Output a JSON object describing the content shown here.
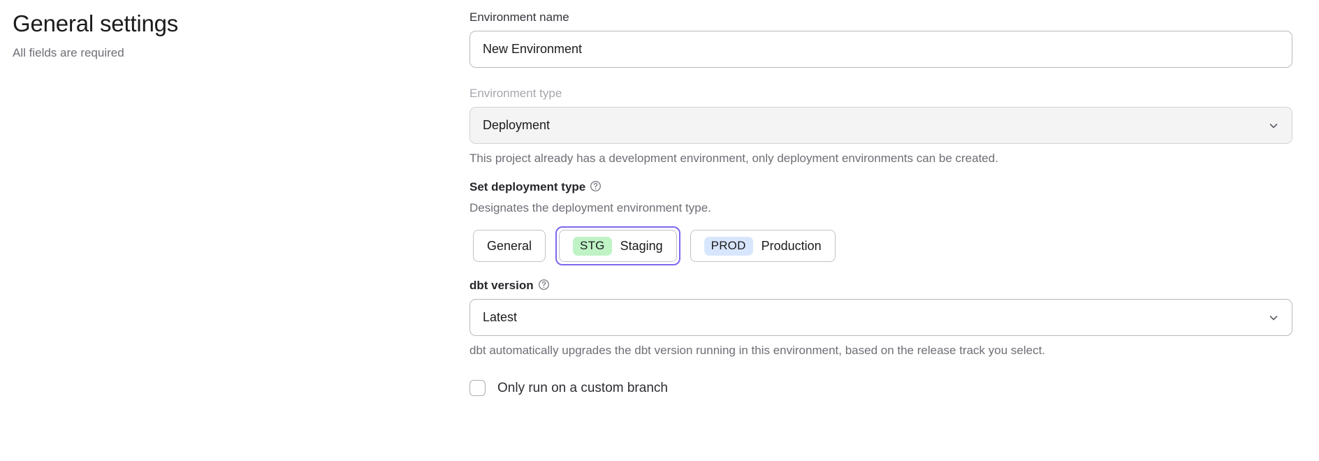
{
  "header": {
    "title": "General settings",
    "subtitle": "All fields are required"
  },
  "form": {
    "environment_name": {
      "label": "Environment name",
      "value": "New Environment",
      "placeholder": "New Environment"
    },
    "environment_type": {
      "label": "Environment type",
      "value": "Deployment",
      "disabled": true,
      "chevron_icon": "chevron-down-icon",
      "help_text": "This project already has a development environment, only deployment environments can be created."
    },
    "deployment_type": {
      "label": "Set deployment type",
      "help_icon": "question-circle-icon",
      "description": "Designates the deployment environment type.",
      "selected": "Staging",
      "options": [
        {
          "label": "General",
          "badge": null,
          "badge_color": null,
          "selected": false
        },
        {
          "label": "Staging",
          "badge": "STG",
          "badge_color": "#bff3c6",
          "selected": true
        },
        {
          "label": "Production",
          "badge": "PROD",
          "badge_color": "#d8e6fd",
          "selected": false
        }
      ],
      "focus_ring_color": "#7c68ee"
    },
    "dbt_version": {
      "label": "dbt version",
      "help_icon": "question-circle-icon",
      "value": "Latest",
      "chevron_icon": "chevron-down-icon",
      "help_text": "dbt automatically upgrades the dbt version running in this environment, based on the release track you select."
    },
    "custom_branch": {
      "label": "Only run on a custom branch",
      "checked": false
    }
  }
}
